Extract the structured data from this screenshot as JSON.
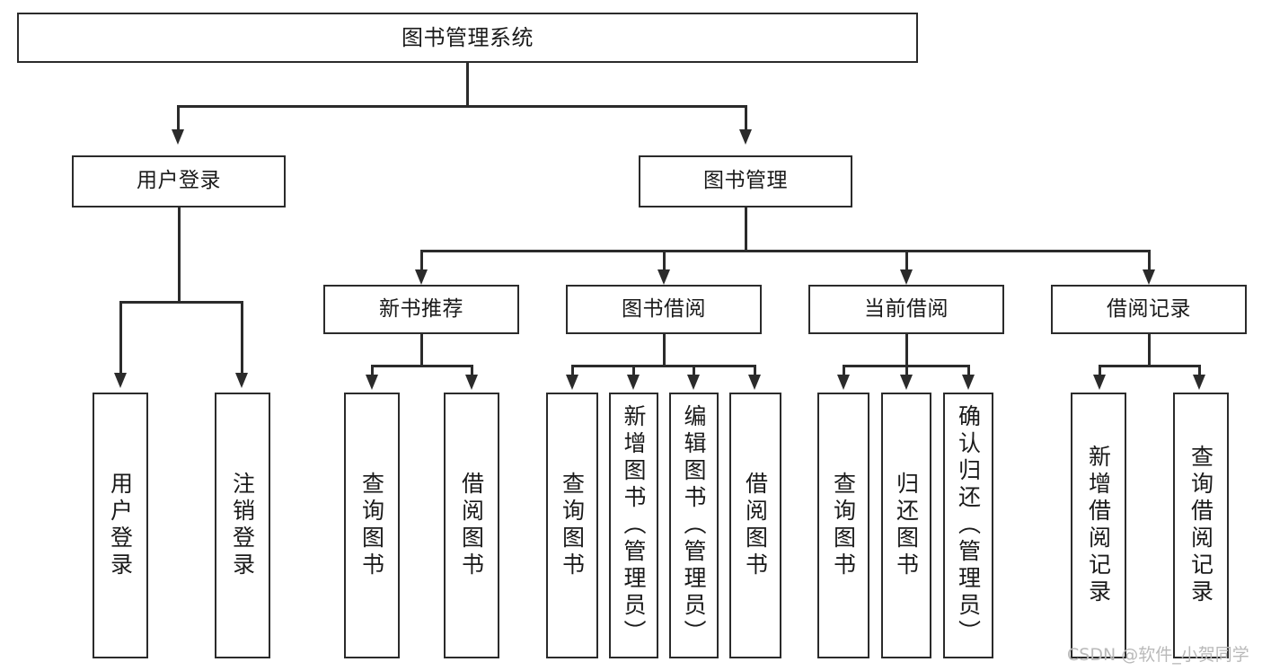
{
  "diagram": {
    "type": "tree",
    "title": "图书管理系统",
    "watermark": "CSDN @软件_小贺同学",
    "colors": {
      "box_border": "#2b2b2b",
      "box_fill": "#ffffff",
      "connector": "#2b2b2b",
      "text": "#1a1a1a",
      "watermark": "#b9b9b9",
      "background": "#ffffff"
    },
    "nodes": {
      "root": {
        "label": "图书管理系统"
      },
      "level2": [
        {
          "id": "user-login",
          "label": "用户登录"
        },
        {
          "id": "book-manage",
          "label": "图书管理"
        }
      ],
      "level3": [
        {
          "id": "new-book-recommend",
          "label": "新书推荐"
        },
        {
          "id": "book-borrow",
          "label": "图书借阅"
        },
        {
          "id": "current-borrow",
          "label": "当前借阅"
        },
        {
          "id": "borrow-record",
          "label": "借阅记录"
        }
      ],
      "leaves": {
        "user-login": [
          {
            "id": "leaf-user-login",
            "label": "用户登录"
          },
          {
            "id": "leaf-logout-login",
            "label": "注销登录"
          }
        ],
        "new-book-recommend": [
          {
            "id": "leaf-query-book-1",
            "label": "查询图书"
          },
          {
            "id": "leaf-borrow-book-1",
            "label": "借阅图书"
          }
        ],
        "book-borrow": [
          {
            "id": "leaf-query-book-2",
            "label": "查询图书"
          },
          {
            "id": "leaf-add-book-admin",
            "label": "新增图书（管理员）"
          },
          {
            "id": "leaf-edit-book-admin",
            "label": "编辑图书（管理员）"
          },
          {
            "id": "leaf-borrow-book-2",
            "label": "借阅图书"
          }
        ],
        "current-borrow": [
          {
            "id": "leaf-query-book-3",
            "label": "查询图书"
          },
          {
            "id": "leaf-return-book",
            "label": "归还图书"
          },
          {
            "id": "leaf-confirm-return-admin",
            "label": "确认归还（管理员）"
          }
        ],
        "borrow-record": [
          {
            "id": "leaf-add-borrow-record",
            "label": "新增借阅记录"
          },
          {
            "id": "leaf-query-borrow-record",
            "label": "查询借阅记录"
          }
        ]
      }
    }
  }
}
